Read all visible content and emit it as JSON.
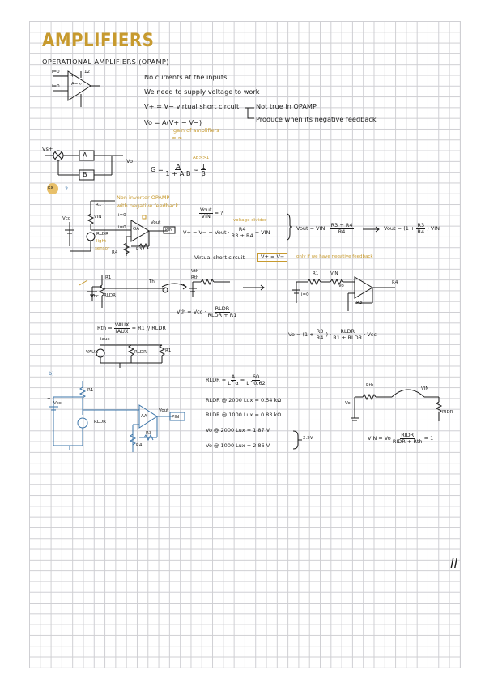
{
  "page": {
    "title": "AMPLIFIERS",
    "subtitle": "OPERATIONAL AMPLIFIERS (OPAMP)"
  },
  "opamp_intro": {
    "symbol_labels": [
      "i=0",
      "i=0",
      "A=∞",
      "+",
      "−"
    ],
    "rail_label": "12",
    "notes": [
      "No currents at the inputs",
      "We need to supply voltage to work",
      "V+ = V−  virtual short circuit",
      "Not true in OPAMP",
      "Vo = A(V+ − V−)",
      "Produce when its negative feedback",
      "gain of amplifiers",
      "≈ ∞"
    ]
  },
  "feedback_loop": {
    "input_label": "Vs+",
    "forward_block": "A",
    "feedback_block": "B",
    "output_label": "Vo",
    "gain_lhs": "G =",
    "gain_num": "A",
    "gain_den": "1 + A B",
    "approx": "≈",
    "approx_num": "1",
    "approx_den": "β",
    "condition": "AB>>1"
  },
  "example_2": {
    "tag": "Ex",
    "number": "2.",
    "annotation_1": "Non inverter OPAMP",
    "annotation_2": "with negative feedback",
    "labels": [
      "R1",
      "Vcc",
      "VIN",
      "i=0",
      "i=0",
      "OA",
      "Vout",
      "PIN",
      "RLDR",
      "light",
      "sensor",
      "R4",
      "R3"
    ],
    "question_num": "Vout",
    "question_den": "VIN",
    "question_tail": "= ?",
    "voltage_divider_label": "voltage divider",
    "divider_lhs": "V+ = V− = Vout ·",
    "divider_num": "R4",
    "divider_den": "R3 + R4",
    "divider_rhs": "= VIN",
    "result_1_lhs": "Vout = VIN ·",
    "result_1_num": "R3 + R4",
    "result_1_den": "R4",
    "result_2_lhs": "Vout =",
    "result_2_mid": "(1 +",
    "result_2_num": "R3",
    "result_2_den": "R4",
    "result_2_tail": ") VIN",
    "vsc_label": "Virtual short circuit",
    "vsc_box": "V+ = V−",
    "vsc_note": "only if we have negative feedback"
  },
  "thevenin": {
    "labels": [
      "R1",
      "Vcc",
      "RLDR",
      "Th",
      "Vth",
      "Rth",
      "R1",
      "VIN",
      "i=0",
      "Vo",
      "R4",
      "R3"
    ],
    "vth_lhs": "Vth = Vcc ·",
    "vth_num": "RLDR",
    "vth_den": "RLDR + R1",
    "rth_lhs": "Rth =",
    "rth_num": "VAUX",
    "rth_den": "IAUX",
    "rth_rhs": "= R1 // RLDR",
    "aux_labels": [
      "iaux",
      "VAUX",
      "RLDR",
      "R1"
    ],
    "vo_lhs": "Vo = (1 +",
    "vo_num": "R3",
    "vo_den": "R4",
    "vo_mid": ") ·",
    "vo_num2": "RLDR",
    "vo_den2": "R1 + RLDR",
    "vo_tail": "· Vcc"
  },
  "part_b": {
    "tag": "b)",
    "circuit_labels": [
      "R1",
      "+",
      "Vcc",
      "RLDR",
      "AA",
      "Vout",
      "PIN",
      "R3",
      "R4"
    ],
    "formula_lhs": "RLDR =",
    "formula_num": "A",
    "formula_den": "L^α",
    "formula_eq": "=",
    "formula_num2": "60",
    "formula_den2": "L^0.62",
    "rows": [
      "RLDR @ 2000 Lux = 0.54 kΩ",
      "RLDR @ 1000 Lux = 0.83 kΩ",
      "Vo @ 2000 Lux = 1.87 V",
      "Vo @ 1000 Lux = 2.86 V"
    ],
    "delta": "2.5V",
    "load_labels": [
      "Rth",
      "VIN",
      "Vo",
      "RIDR"
    ],
    "vin_lhs": "VIN = Vo",
    "vin_num": "RIDR",
    "vin_den": "RIDR + Rth",
    "vin_tail": "≈ 1"
  },
  "page_mark": "ll"
}
